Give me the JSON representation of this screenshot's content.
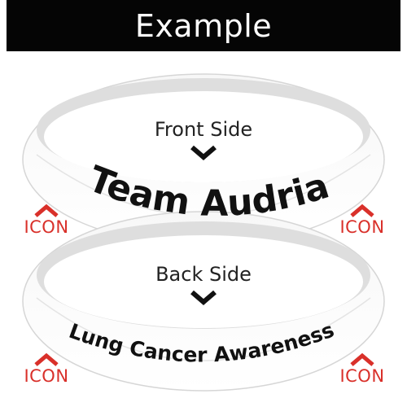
{
  "header": {
    "title": "Example"
  },
  "front": {
    "label": "Front Side",
    "text": "Team Audria"
  },
  "back": {
    "label": "Back Side",
    "text": "Lung Cancer Awareness"
  },
  "icon_label": "ICON",
  "colors": {
    "header_bg": "#050505",
    "band": "#ffffff",
    "band_inner": "#dcdcdc",
    "icon_accent": "#d9302a",
    "text": "#111111"
  },
  "icons": {
    "chevron": "chevron-down-icon",
    "marker": "chevron-up-icon"
  }
}
